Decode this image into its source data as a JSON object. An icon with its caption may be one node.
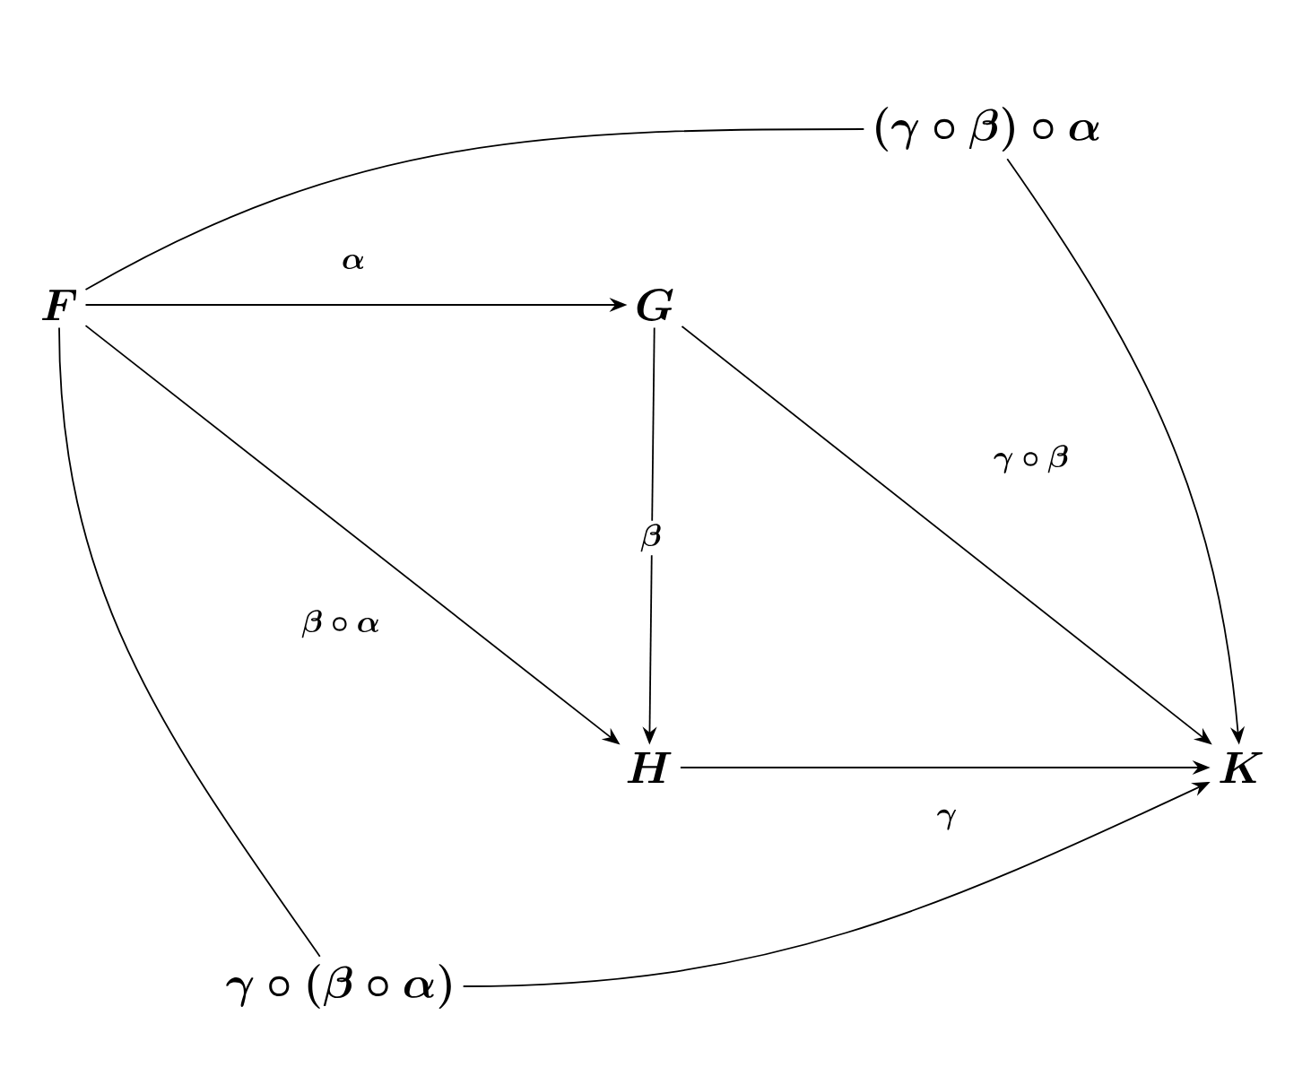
{
  "diagram": {
    "nodes": [
      {
        "text": [
          "F"
        ]
      },
      {
        "text": [
          "G"
        ]
      },
      {
        "text": [
          "H"
        ]
      },
      {
        "text": [
          "K"
        ]
      },
      {
        "text": [
          "(\\gamma \\circ \\beta) \\circ \\alpha"
        ]
      },
      {
        "text": [
          "\\gamma \\circ (\\beta \\circ \\alpha)"
        ]
      }
    ],
    "edges": [
      {
        "from": 0,
        "to": 1,
        "arrow": "to",
        "label": "\\alpha"
      },
      {
        "from": 0,
        "to": 2,
        "arrow": "to",
        "label": "\\beta \\circ \\alpha"
      },
      {
        "from": 1,
        "to": 2,
        "arrow": "to",
        "label": "\\beta"
      },
      {
        "from": 1,
        "to": 3,
        "arrow": "to",
        "label": "\\gamma \\circ \\beta"
      },
      {
        "from": 2,
        "to": 3,
        "arrow": "to",
        "label": "\\gamma"
      },
      {
        "from": 0,
        "to": 4,
        "arrow": "none"
      },
      {
        "from": 4,
        "to": 3,
        "arrow": "to"
      },
      {
        "from": 0,
        "to": 5,
        "arrow": "none"
      },
      {
        "from": 5,
        "to": 3,
        "arrow": "to"
      }
    ]
  }
}
